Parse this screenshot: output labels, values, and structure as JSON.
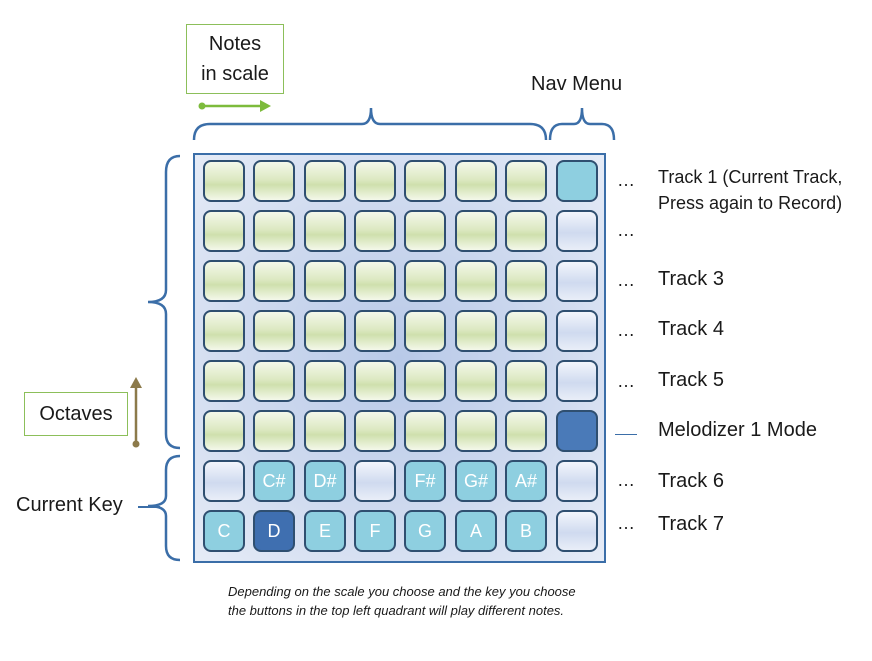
{
  "labels": {
    "notes_in_scale": [
      "Notes",
      "in scale"
    ],
    "nav_menu": "Nav Menu",
    "octaves": "Octaves",
    "current_key": "Current Key"
  },
  "tracks": {
    "row1": [
      "Track 1 (Current Track,",
      "Press again to Record)"
    ],
    "row3": "Track 3",
    "row4": "Track 4",
    "row5": "Track 5",
    "row6": "Melodizer 1 Mode",
    "row7": "Track 6",
    "row8": "Track 7"
  },
  "ellipsis": "…",
  "black_keys": [
    "",
    "C#",
    "D#",
    "",
    "F#",
    "G#",
    "A#"
  ],
  "white_keys": [
    "C",
    "D",
    "E",
    "F",
    "G",
    "A",
    "B"
  ],
  "footnote": "Depending on the scale you choose and the key you choose the buttons in the top left quadrant will play different notes.",
  "colors": {
    "grid_border": "#3b6ea8",
    "brace": "#3b6ea8",
    "green_arrow": "#7dbb3c",
    "octave_arrow": "#8c7a4a",
    "current_track_button": "#8ecfe0",
    "mode_button": "#4a7ab8",
    "current_key_button": "#3f6fb0"
  }
}
